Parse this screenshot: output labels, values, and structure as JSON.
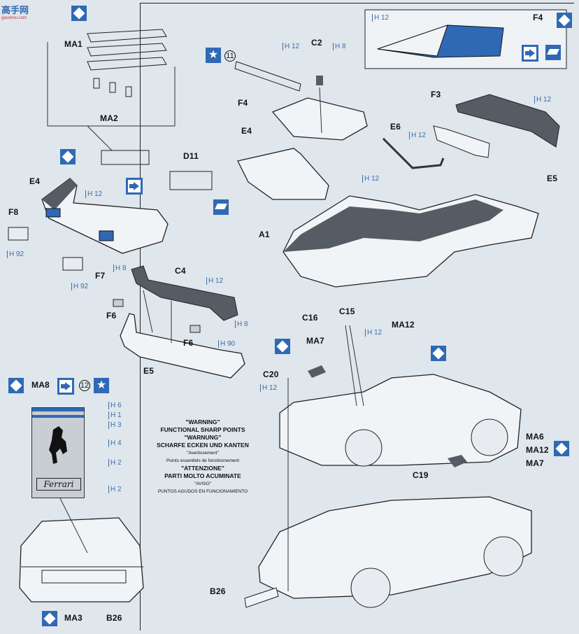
{
  "watermark": {
    "brand": "高手网",
    "site": "gaoshou.com"
  },
  "part_labels": {
    "ma1": "MA1",
    "ma2": "MA2",
    "e4_left": "E4",
    "f8": "F8",
    "f7": "F7",
    "d11": "D11",
    "c4": "C4",
    "f6_a": "F6",
    "f6_b": "F6",
    "e5_left": "E5",
    "ma8": "MA8",
    "c2": "C2",
    "f4_top": "F4",
    "f4_mid": "F4",
    "e4_mid": "E4",
    "e6": "E6",
    "f3": "F3",
    "e5_right": "E5",
    "a1": "A1",
    "c16": "C16",
    "c15": "C15",
    "ma12_top": "MA12",
    "ma7_top": "MA7",
    "c20": "C20",
    "ma6": "MA6",
    "ma12_right": "MA12",
    "ma7_right": "MA7",
    "c19": "C19",
    "b26_right": "B26",
    "ma3": "MA3",
    "b26_bottom": "B26"
  },
  "paint_codes": {
    "h12_e4": "H 12",
    "h92_f8": "H 92",
    "h8_f7": "H 8",
    "h92_f7": "H 92",
    "h12_c4": "H 12",
    "h8_c4": "H 8",
    "h90_f6": "H 90",
    "h12_c2": "H 12",
    "h8_c2": "H 8",
    "h12_f4": "H 12",
    "h12_f3": "H 12",
    "h12_e6": "H 12",
    "h12_a1": "H 12",
    "h12_c15": "H 12",
    "h12_c20": "H 12",
    "badge_h6": "H 6",
    "badge_h1": "H 1",
    "badge_h3": "H 3",
    "badge_h4": "H 4",
    "badge_h2a": "H 2",
    "badge_h2b": "H 2"
  },
  "step_numbers": {
    "step11": "11",
    "step12": "12"
  },
  "badge": {
    "logo_text": "Ferrari"
  },
  "warning": {
    "l1": "\"WARNING\"",
    "l2": "FUNCTIONAL SHARP POINTS",
    "l3": "\"WARNUNG\"",
    "l4": "SCHARFE ECKEN UND KANTEN",
    "l5": "\"Avertissement\"",
    "l6": "Points essentiels de fonctionnement",
    "l7": "\"ATTENZIONE\"",
    "l8": "PARTI MOLTO ACUMINATE",
    "l9": "\"AVISO\"",
    "l10": "PUNTOS AGUDOS EN FUNCIONAMIENTO"
  },
  "colors": {
    "accent_blue": "#2f69b5",
    "paint_blue": "#3b6ea8",
    "part_gray": "#555c63",
    "background": "#dfe6ec"
  },
  "icons": [
    "diamond-cement-icon",
    "star-icon",
    "arrow-assemble-icon",
    "glue-icon"
  ]
}
